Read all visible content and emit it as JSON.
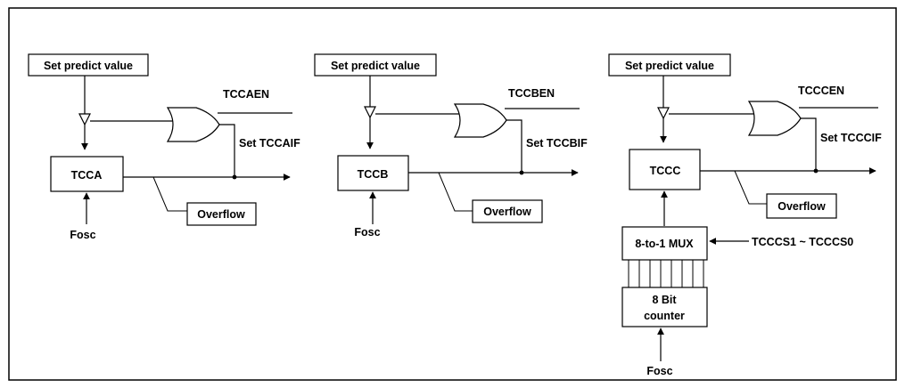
{
  "diagram": {
    "blocks": [
      {
        "predict_label": "Set predict value",
        "enable_label": "TCCAEN",
        "flag_label": "Set TCCAIF",
        "counter_label": "TCCA",
        "overflow_label": "Overflow",
        "clock_label": "Fosc"
      },
      {
        "predict_label": "Set predict value",
        "enable_label": "TCCBEN",
        "flag_label": "Set TCCBIF",
        "counter_label": "TCCB",
        "overflow_label": "Overflow",
        "clock_label": "Fosc"
      },
      {
        "predict_label": "Set predict value",
        "enable_label": "TCCCEN",
        "flag_label": "Set TCCCIF",
        "counter_label": "TCCC",
        "overflow_label": "Overflow",
        "mux_label": "8-to-1 MUX",
        "select_label": "TCCCS1 ~ TCCCS0",
        "prescaler_label_line1": "8 Bit",
        "prescaler_label_line2": "counter",
        "clock_label": "Fosc"
      }
    ]
  }
}
